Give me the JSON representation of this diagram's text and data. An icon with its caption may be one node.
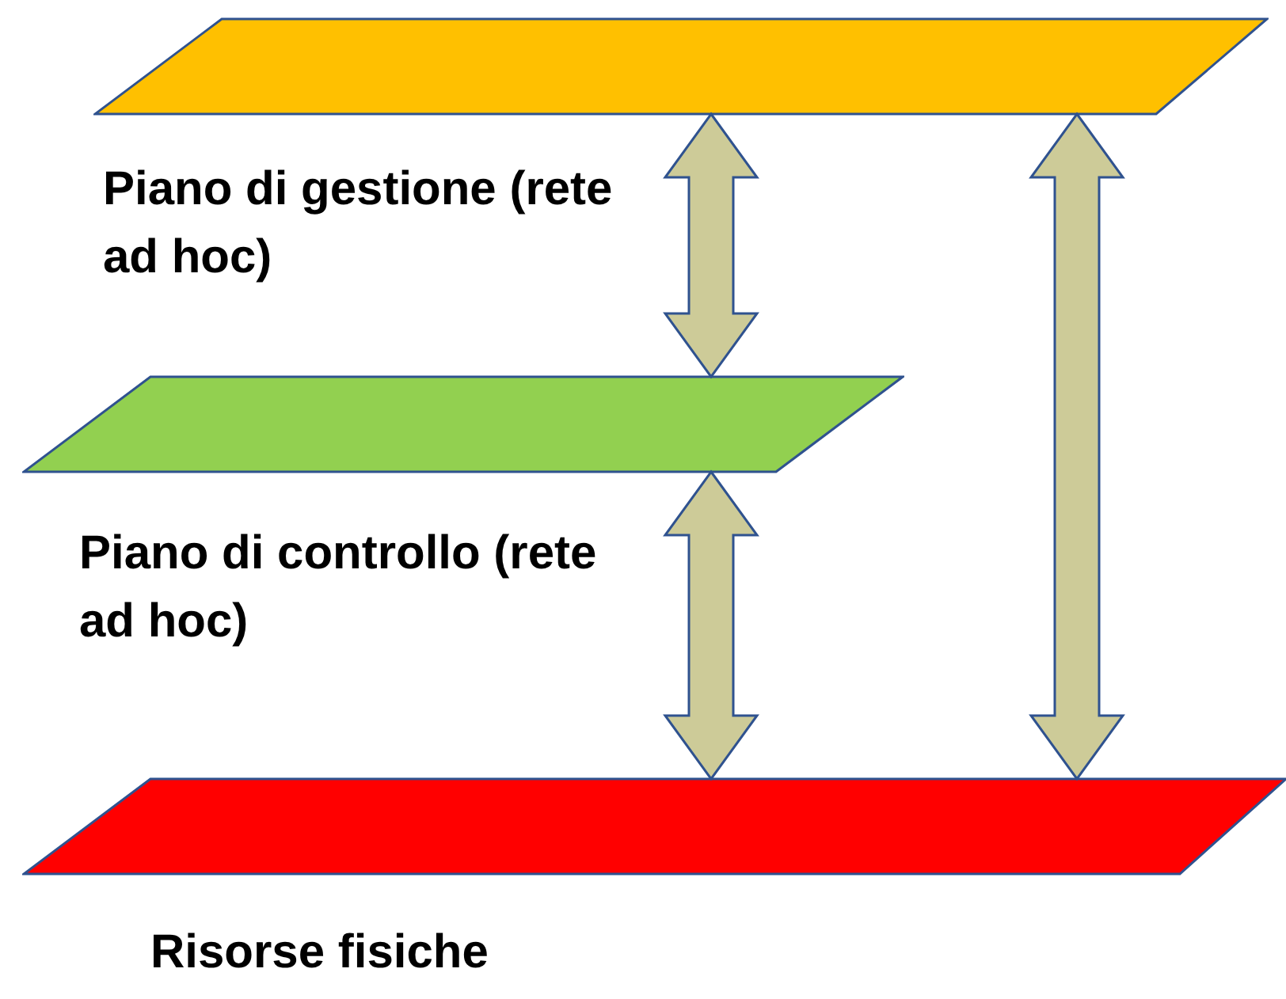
{
  "diagram": {
    "nodes": [
      {
        "text": [],
        "shape": "parallelogram",
        "beside": [
          "Piano di gestione (rete ad hoc)"
        ]
      },
      {
        "text": [],
        "shape": "parallelogram",
        "beside": [
          "Piano di controllo (rete ad hoc)"
        ]
      },
      {
        "text": [],
        "shape": "parallelogram",
        "beside": [
          "Risorse fisiche"
        ]
      }
    ],
    "edges": [
      {
        "from": 0,
        "to": 1,
        "arrow": "both"
      },
      {
        "from": 1,
        "to": 2,
        "arrow": "both"
      },
      {
        "from": 0,
        "to": 2,
        "arrow": "both"
      }
    ]
  }
}
